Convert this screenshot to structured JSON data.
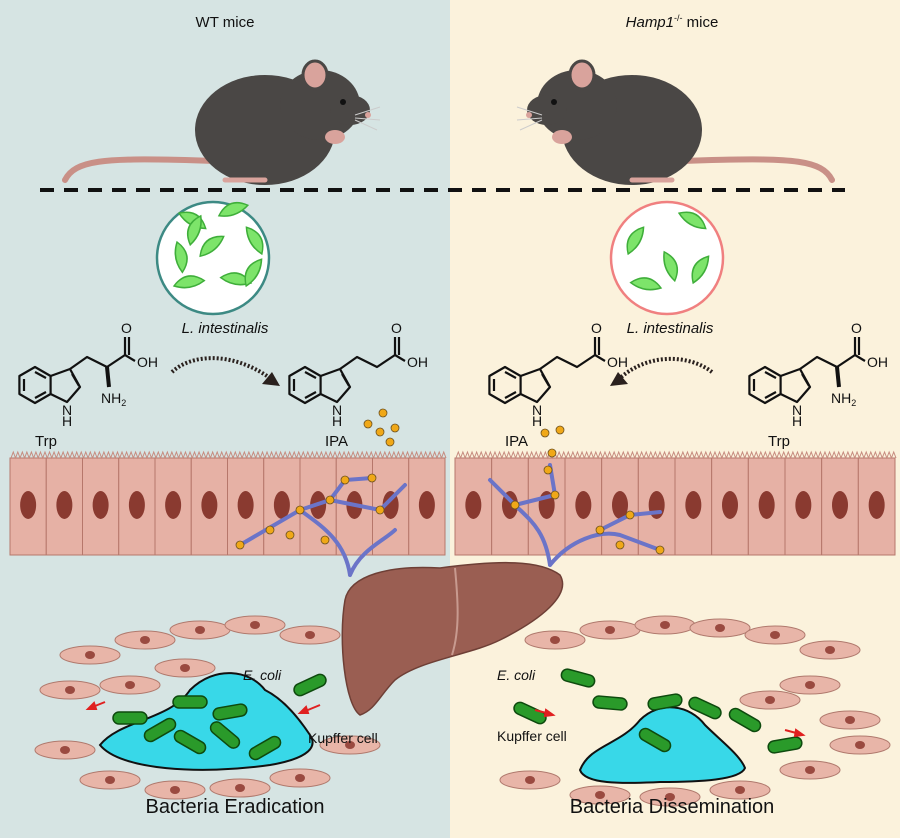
{
  "panels": {
    "left": {
      "title": "WT mice",
      "bacterium": "L. intestinalis",
      "substrate": "Trp",
      "product": "IPA",
      "pathogen": "E. coli",
      "immune_cell": "Kupffer cell",
      "outcome": "Bacteria Eradication",
      "circle_color": "#3d8a84"
    },
    "right": {
      "title_gene": "Hamp1",
      "title_superscript": "-/-",
      "title_suffix": " mice",
      "bacterium": "L. intestinalis",
      "substrate": "Trp",
      "product": "IPA",
      "pathogen": "E. coli",
      "immune_cell": "Kupffer cell",
      "outcome": "Bacteria Dissemination",
      "circle_color": "#f08080"
    }
  },
  "chem": {
    "oh": "OH",
    "nh2": "NH",
    "sub2": "2",
    "n": "N",
    "h": "H",
    "o": "O"
  },
  "colors": {
    "left_bg": "#d6e4e3",
    "right_bg": "#fbf2dc",
    "bacteria_green": "#2a9a2a",
    "ipa_dot": "#f0a818",
    "kupffer": "#38d8e8"
  }
}
